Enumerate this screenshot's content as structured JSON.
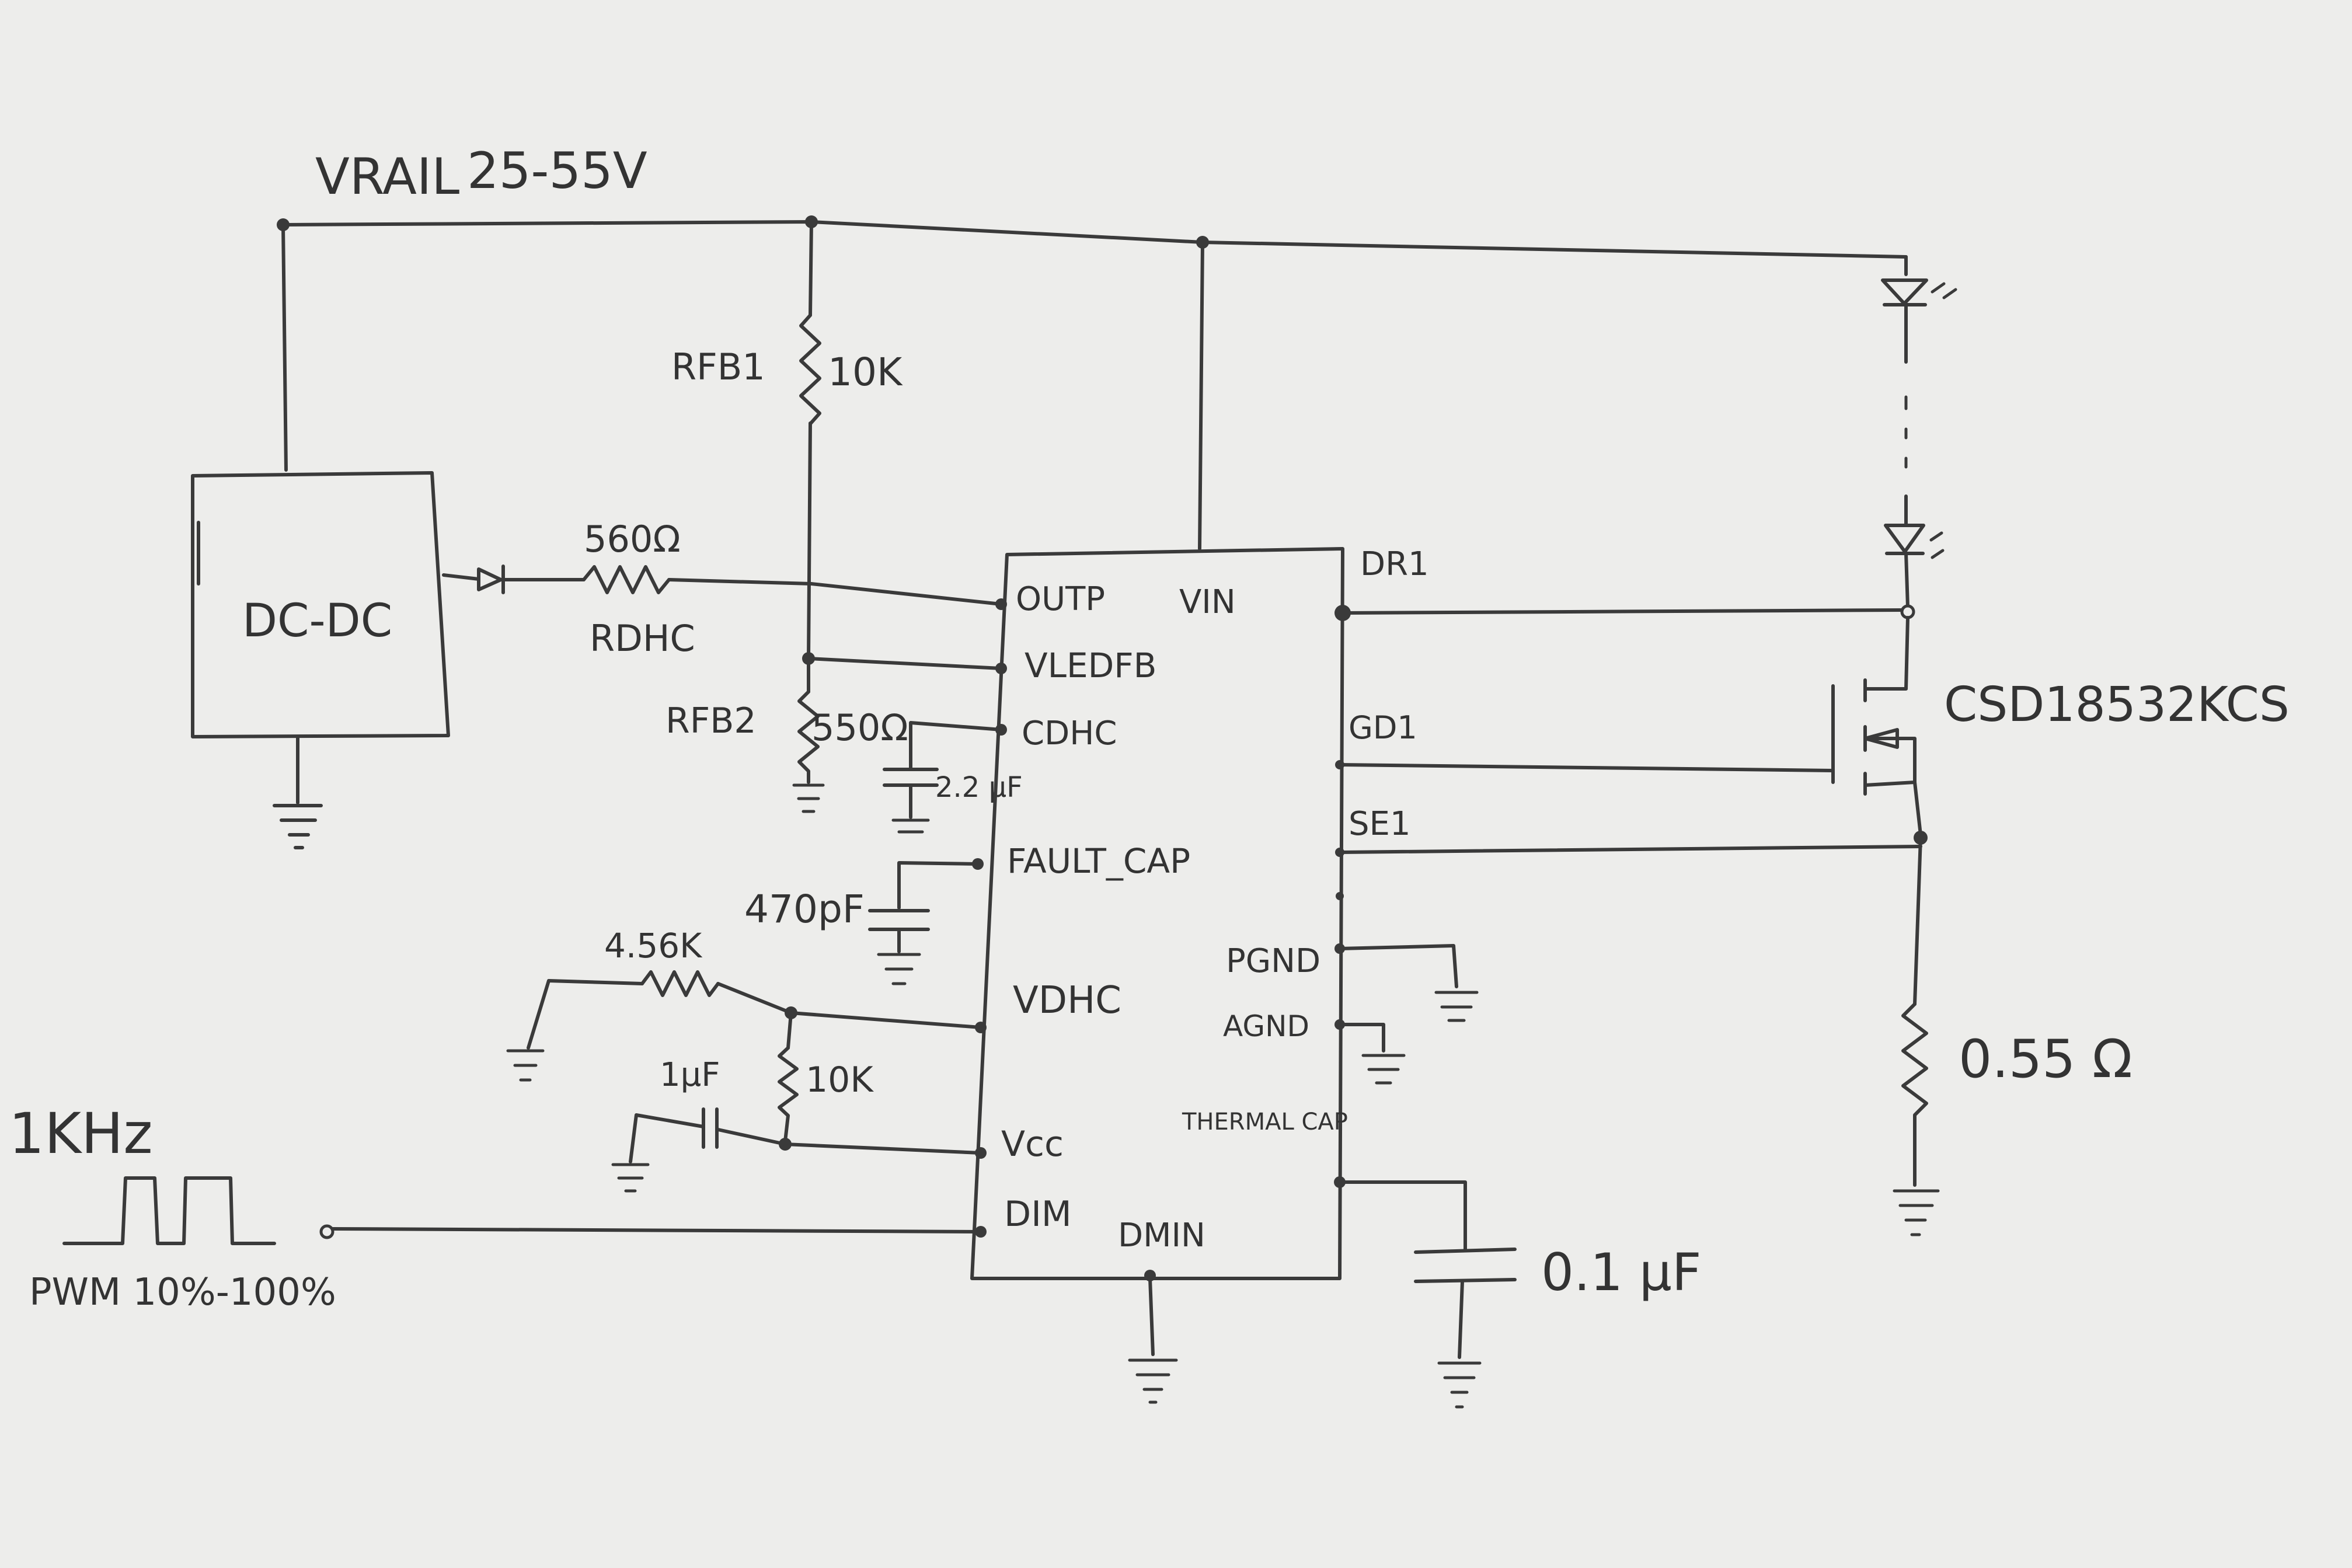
{
  "rail": {
    "label": "VRAIL",
    "range": "25-55V"
  },
  "dcdc": {
    "label": "DC-DC"
  },
  "resistors": {
    "rfb1": {
      "name": "RFB1",
      "value": "10K"
    },
    "rfb2": {
      "name": "RFB2",
      "value": "550Ω"
    },
    "rdhc": {
      "name": "RDHC",
      "value": "560Ω"
    },
    "r_vdhc": {
      "value": "4.56K"
    },
    "r_vcc": {
      "value": "10K"
    },
    "r_sense": {
      "value": "0.55 Ω"
    }
  },
  "capacitors": {
    "c_dhc": {
      "value": "2.2 μF"
    },
    "c_fault": {
      "value": "470pF"
    },
    "c_vcc": {
      "value": "1μF"
    },
    "c_thermal": {
      "value": "0.1 μF"
    }
  },
  "ic_pins": {
    "left": [
      "OUTP",
      "VLEDFB",
      "CDHC",
      "FAULT_CAP",
      "VDHC",
      "Vcc",
      "DIM"
    ],
    "top": "VIN",
    "bottom": "DMIN",
    "right": [
      "DR1",
      "GD1",
      "SE1",
      "PGND",
      "AGND",
      "THERMAL CAP"
    ]
  },
  "mosfet": {
    "part": "CSD18532KCS"
  },
  "pwm": {
    "frequency": "1KHz",
    "duty": "PWM 10%-100%"
  }
}
